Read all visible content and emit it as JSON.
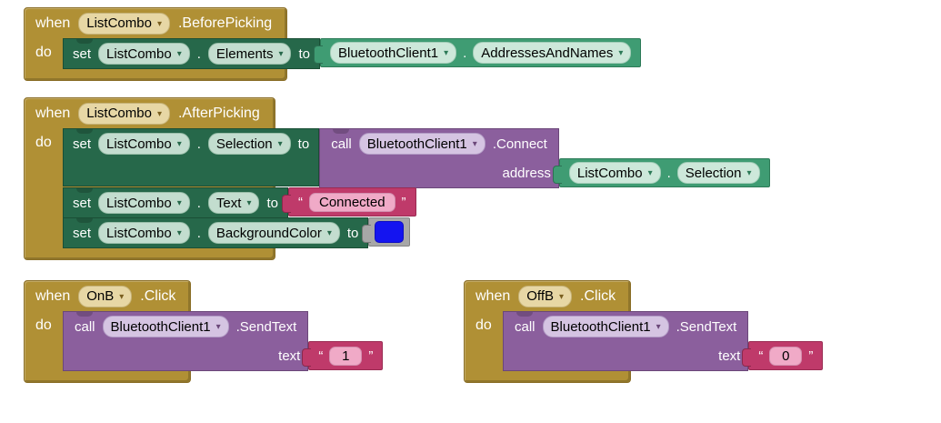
{
  "icons": {
    "dropdown_caret": "▾"
  },
  "colors": {
    "canvas_bg": "#ffffff",
    "event_gold": "#b09035",
    "setter_green": "#26684a",
    "getter_green": "#3f9c73",
    "call_purple": "#8b5f9d",
    "text_crimson": "#bf3a6a",
    "text_field_pink": "#f0aac7",
    "color_block_gray": "#a7a7a7",
    "swatch_blue": "#1414f0"
  },
  "blocks": {
    "before_picking": {
      "when_label": "when",
      "component": "ListCombo",
      "event_name": ".BeforePicking",
      "do_label": "do",
      "set_elements": {
        "set_label": "set",
        "component": "ListCombo",
        "dot": ".",
        "property": "Elements",
        "to_label": "to"
      },
      "elements_value": {
        "component": "BluetoothClient1",
        "dot": ".",
        "property": "AddressesAndNames"
      }
    },
    "after_picking": {
      "when_label": "when",
      "component": "ListCombo",
      "event_name": ".AfterPicking",
      "do_label": "do",
      "set_selection": {
        "set_label": "set",
        "component": "ListCombo",
        "dot": ".",
        "property": "Selection",
        "to_label": "to"
      },
      "connect_call": {
        "call_label": "call",
        "component": "BluetoothClient1",
        "method_name": ".Connect",
        "param_label": "address"
      },
      "address_value": {
        "component": "ListCombo",
        "dot": ".",
        "property": "Selection"
      },
      "set_text": {
        "set_label": "set",
        "component": "ListCombo",
        "dot": ".",
        "property": "Text",
        "to_label": "to"
      },
      "text_value": {
        "open_quote": "“",
        "value": "Connected",
        "close_quote": "”"
      },
      "set_background": {
        "set_label": "set",
        "component": "ListCombo",
        "dot": ".",
        "property": "BackgroundColor",
        "to_label": "to"
      }
    },
    "onb_click": {
      "when_label": "when",
      "component": "OnB",
      "event_name": ".Click",
      "do_label": "do",
      "send_call": {
        "call_label": "call",
        "component": "BluetoothClient1",
        "method_name": ".SendText",
        "param_label": "text"
      },
      "text_value": {
        "open_quote": "“",
        "value": "1",
        "close_quote": "”"
      }
    },
    "offb_click": {
      "when_label": "when",
      "component": "OffB",
      "event_name": ".Click",
      "do_label": "do",
      "send_call": {
        "call_label": "call",
        "component": "BluetoothClient1",
        "method_name": ".SendText",
        "param_label": "text"
      },
      "text_value": {
        "open_quote": "“",
        "value": "0",
        "close_quote": "”"
      }
    }
  }
}
